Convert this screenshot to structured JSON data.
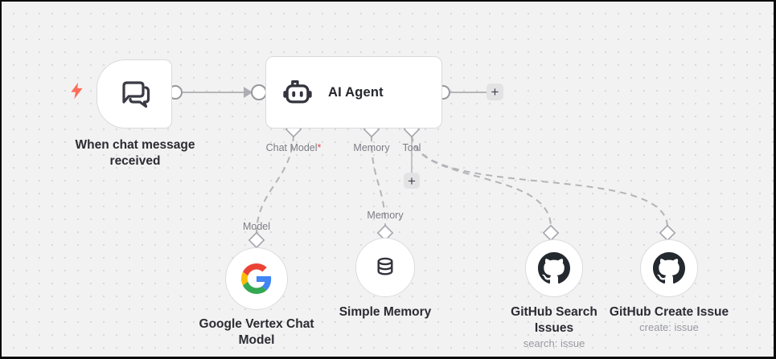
{
  "canvas": {
    "background_color": "#f2f2f2",
    "dot_color": "#d9d9d9"
  },
  "colors": {
    "trigger_bolt": "#ff6d5a",
    "required_asterisk": "#e5484d",
    "connection_gray": "#b6b6b6",
    "label_dark": "#2b2b33",
    "label_gray": "#7c7c85",
    "subtitle_gray": "#989aa1",
    "github_icon": "#24292f",
    "google_blue": "#4285F4",
    "google_red": "#EA4335",
    "google_yellow": "#FBBC05",
    "google_green": "#34A853"
  },
  "buttons": {
    "plus": "+"
  },
  "nodes": {
    "trigger": {
      "label1": "When chat message",
      "label2": "received",
      "icon": "chat-bubbles"
    },
    "agent": {
      "title": "AI Agent",
      "icon": "robot",
      "ports": {
        "chat_model": "Chat Model",
        "chat_model_required": "*",
        "memory": "Memory",
        "tool": "Tool"
      }
    },
    "model": {
      "port_label": "Model",
      "label1": "Google Vertex Chat",
      "label2": "Model",
      "icon": "google-g"
    },
    "memory": {
      "port_label": "Memory",
      "label": "Simple Memory",
      "icon": "database"
    },
    "tool_search": {
      "label1": "GitHub Search",
      "label2": "Issues",
      "subtitle": "search: issue",
      "icon": "github"
    },
    "tool_create": {
      "label": "GitHub Create Issue",
      "subtitle": "create: issue",
      "icon": "github"
    }
  }
}
